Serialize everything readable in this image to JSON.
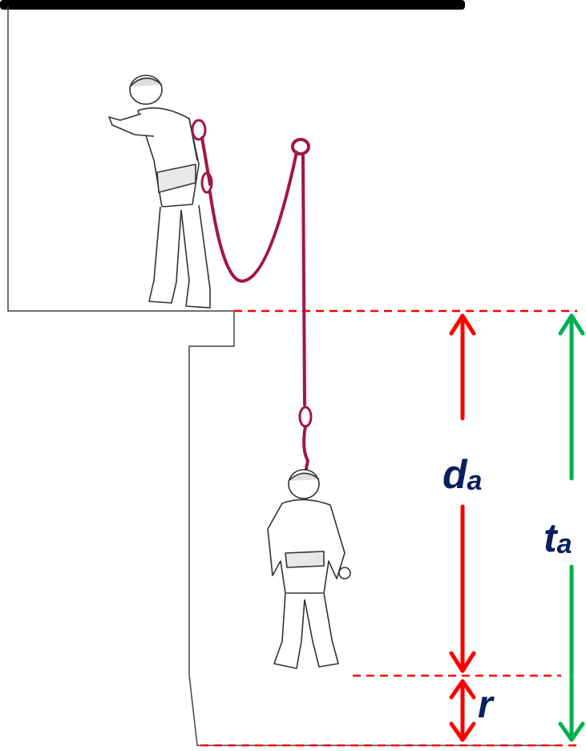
{
  "labels": {
    "deceleration_distance": {
      "main": "d",
      "sub": "a"
    },
    "total_distance": {
      "main": "t",
      "sub": "a"
    },
    "residual": {
      "main": "r"
    }
  },
  "colors": {
    "red": "#ff0000",
    "green": "#00b050",
    "label": "#0b1f5c",
    "lanyard": "#a3154a",
    "ledge_top": "#000000",
    "line_art": "#333333"
  }
}
